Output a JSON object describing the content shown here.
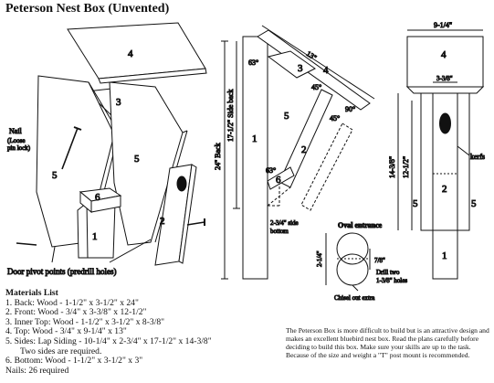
{
  "title": "Peterson Nest Box (Unvented)",
  "exploded": {
    "parts": [
      "4",
      "3",
      "5",
      "5",
      "1",
      "6",
      "2"
    ],
    "nail_label": "Nail",
    "nail_note": "(Loose\npin lock)",
    "pivot_label": "Door pivot points (predrill holes)"
  },
  "side_view": {
    "top_width": "13\"",
    "angle_a": "63°",
    "angle_b": "45°",
    "angle_c": "45°",
    "angle_d": "90°",
    "angle_e": "63°",
    "back_height": "24\" Back",
    "side_back": "17-1/2\" Side back",
    "side_bottom": "2-3/4\" side\nbottom",
    "parts": [
      "3",
      "4",
      "5",
      "1",
      "6",
      "2"
    ]
  },
  "front_view": {
    "top_width": "9-1/4\"",
    "inner_width": "3-3/8\"",
    "height_outer": "14-3/8\"",
    "height_inner": "12-1/2\"",
    "kerfs": "kerfs",
    "parts": [
      "4",
      "2",
      "5",
      "5",
      "1"
    ]
  },
  "entrance": {
    "title": "Oval entrance",
    "height": "2-1/4\"",
    "drill": "Drill two\n1-3/8\" holes",
    "offset": "7/8\"",
    "chisel": "Chisel out extra"
  },
  "materials": {
    "heading": "Materials List",
    "items": [
      "1. Back: Wood - 1-1/2\" x 3-1/2\" x 24\"",
      "2. Front: Wood - 3/4\" x 3-3/8\" x 12-1/2\"",
      "3. Inner Top: Wood - 1-1/2\" x 3-1/2\" x 8-3/8\"",
      "4. Top: Wood - 3/4\" x 9-1/4\" x 13\"",
      "5. Sides: Lap Siding - 10-1/4\" x 2-3/4\" x 17-1/2\" x 14-3/8\"",
      "Two sides are required.",
      "6. Bottom: Wood - 1-1/2\" x 3-1/2\" x 3\"",
      "Nails: 26 required"
    ]
  },
  "description": "The Peterson Box is more difficult to build but is an attractive design and makes an excellent bluebird nest box. Read the plans carefully before deciding to build this box. Make sure your skills are up to the task. Because of the size and weight a \"T\" post mount is recommended."
}
